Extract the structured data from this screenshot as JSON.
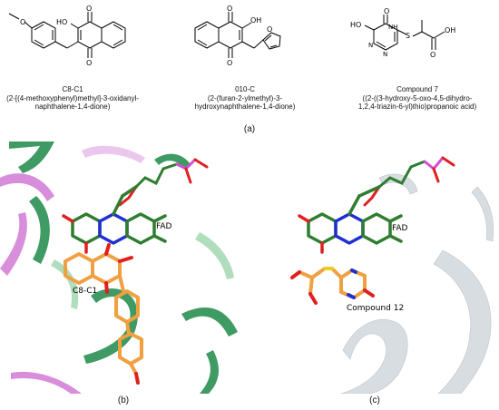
{
  "compounds": [
    {
      "id": "C8-C1",
      "iupac_lines": [
        "(2-[(4-methoxyphenyl)methyl]-3-oxidanyl-",
        "naphthalene-1,4-dione)"
      ]
    },
    {
      "id": "010-C",
      "iupac_lines": [
        "(2-(furan-2-ylmethyl)-3-",
        "hydroxynaphthalene-1,4-dione)"
      ]
    },
    {
      "id": "Compound 7",
      "iupac_lines": [
        "((2-((3-hydroxy-5-oxo-4,5-dihydro-",
        "1,2,4-triazin-6-yl)thio)propanoic acid)"
      ]
    }
  ],
  "panel_labels": {
    "a": "(a)",
    "b": "(b)",
    "c": "(c)"
  },
  "panel_b": {
    "ligand_label": "C8-C1",
    "cofactor_label": "FAD"
  },
  "panel_c": {
    "ligand_label": "Compound 12",
    "cofactor_label": "FAD"
  },
  "colors": {
    "ribbon_green": "#3f9a63",
    "ribbon_pink": "#d27ad6",
    "fad_carbon": "#2f7d2f",
    "ligand_orange": "#f0a040",
    "nitrogen": "#2030d0",
    "oxygen": "#e02020",
    "phosphorus": "#d050d0",
    "ribbon_gray": "#d8dde2"
  }
}
